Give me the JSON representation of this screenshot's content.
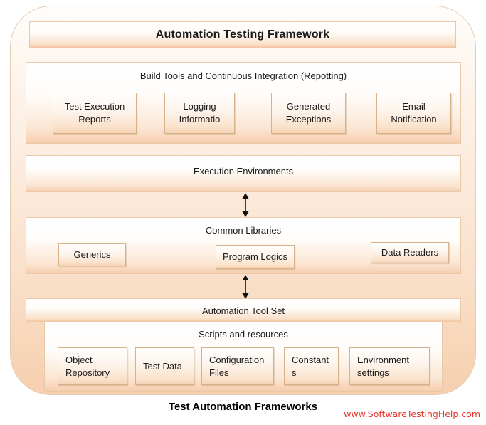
{
  "diagram": {
    "title": "Automation Testing Framework",
    "caption": "Test Automation Frameworks",
    "watermark": "www.SoftwareTestingHelp.com",
    "colors": {
      "shell_border": "#e3cdb4",
      "panel_border": "#e8c9a8",
      "chip_border": "#d9b188",
      "peach": "#f6cfae",
      "watermark_red": "#e8352b",
      "text": "#1a1a1a"
    },
    "sections": [
      {
        "id": "build-tools",
        "heading": "Build Tools and Continuous Integration (Repotting)",
        "items": [
          {
            "line1": "Test Execution",
            "line2": "Reports"
          },
          {
            "line1": "Logging",
            "line2": "Informatio"
          },
          {
            "line1": "Generated",
            "line2": "Exceptions"
          },
          {
            "line1": "Email",
            "line2": "Notification"
          }
        ]
      },
      {
        "id": "execution-environments",
        "heading": "Execution Environments",
        "items": []
      },
      {
        "id": "common-libraries",
        "heading": "Common Libraries",
        "items": [
          {
            "line1": "Generics",
            "line2": ""
          },
          {
            "line1": "Program Logics",
            "line2": ""
          },
          {
            "line1": "Data Readers",
            "line2": ""
          }
        ]
      },
      {
        "id": "automation-tool-set",
        "heading": "Automation Tool Set",
        "items": []
      },
      {
        "id": "scripts-and-resources",
        "heading": "Scripts and resources",
        "items": [
          {
            "line1": "Object",
            "line2": "Repository"
          },
          {
            "line1": "Test Data",
            "line2": ""
          },
          {
            "line1": "Configuration",
            "line2": "Files"
          },
          {
            "line1": "Constant",
            "line2": "s"
          },
          {
            "line1": "Environment",
            "line2": "settings"
          }
        ]
      }
    ],
    "connectors": [
      {
        "id": "arrow-exec-to-libs",
        "type": "double-headed-vertical-arrow"
      },
      {
        "id": "arrow-libs-to-toolset",
        "type": "double-headed-vertical-arrow"
      }
    ]
  }
}
